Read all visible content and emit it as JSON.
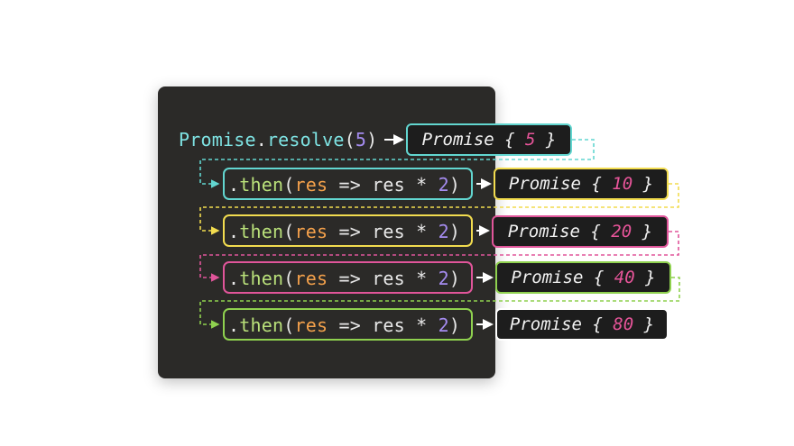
{
  "code": {
    "line0": {
      "object": "Promise",
      "dot": ".",
      "method": "resolve",
      "open": "(",
      "arg": "5",
      "close": ")"
    },
    "then_lines": [
      {
        "dot": ".",
        "method": "then",
        "open": "(",
        "param": "res",
        "arrow": "=>",
        "body_var": "res",
        "op": "*",
        "factor": "2",
        "close": ")"
      },
      {
        "dot": ".",
        "method": "then",
        "open": "(",
        "param": "res",
        "arrow": "=>",
        "body_var": "res",
        "op": "*",
        "factor": "2",
        "close": ")"
      },
      {
        "dot": ".",
        "method": "then",
        "open": "(",
        "param": "res",
        "arrow": "=>",
        "body_var": "res",
        "op": "*",
        "factor": "2",
        "close": ")"
      },
      {
        "dot": ".",
        "method": "then",
        "open": "(",
        "param": "res",
        "arrow": "=>",
        "body_var": "res",
        "op": "*",
        "factor": "2",
        "close": ")"
      }
    ]
  },
  "promises": [
    {
      "prefix": "Promise { ",
      "value": "5",
      "suffix": " }"
    },
    {
      "prefix": "Promise { ",
      "value": "10",
      "suffix": " }"
    },
    {
      "prefix": "Promise { ",
      "value": "20",
      "suffix": " }"
    },
    {
      "prefix": "Promise { ",
      "value": "40",
      "suffix": " }"
    },
    {
      "prefix": "Promise { ",
      "value": "80",
      "suffix": " }"
    }
  ],
  "colors": {
    "panel": "#2b2a28",
    "cyan": "#62d6d0",
    "yellow": "#f2dc4f",
    "pink": "#e0559a",
    "green": "#8fd14f",
    "white": "#ffffff"
  }
}
